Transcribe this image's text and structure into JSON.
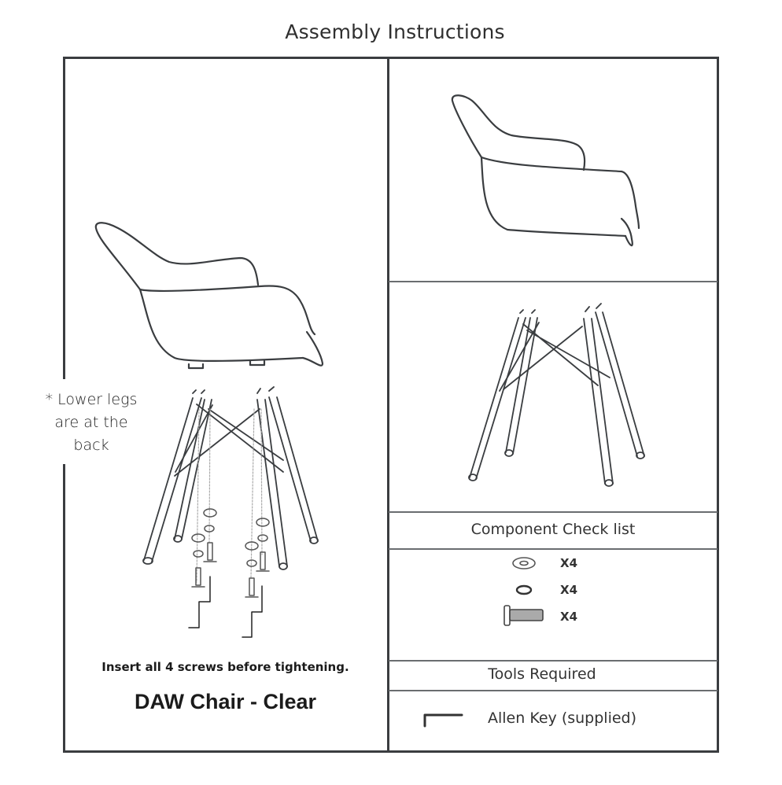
{
  "document": {
    "title": "Assembly Instructions",
    "note_lines": [
      "* Lower legs",
      "are at the",
      "back"
    ],
    "instruction": "Insert all 4 screws before tightening.",
    "product_name": "DAW Chair - Clear"
  },
  "right_panel": {
    "checklist_heading": "Component Check list",
    "components": [
      {
        "icon": "washer-icon",
        "quantity": "X4"
      },
      {
        "icon": "spring-washer-icon",
        "quantity": "X4"
      },
      {
        "icon": "screw-icon",
        "quantity": "X4"
      }
    ],
    "tools_heading": "Tools Required",
    "tools": [
      {
        "icon": "allen-key-icon",
        "label": "Allen Key (supplied)"
      }
    ]
  },
  "colors": {
    "line": "#3a3d40",
    "text": "#333333"
  }
}
